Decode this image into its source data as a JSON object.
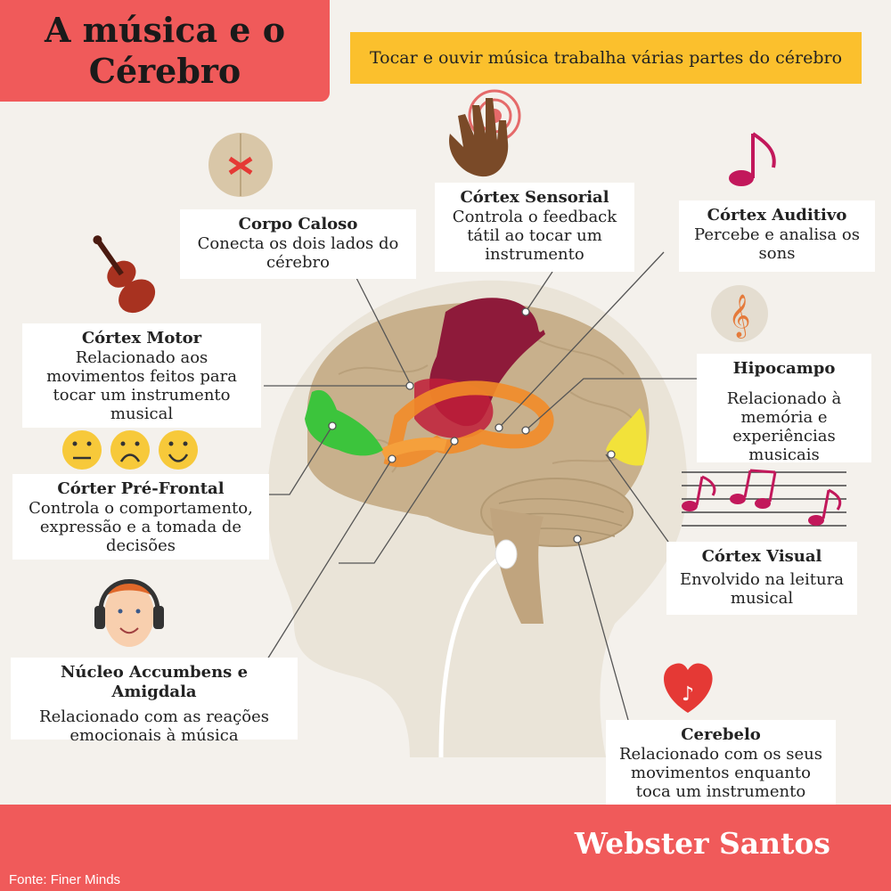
{
  "title_line1": "A música e o",
  "title_line2": "Cérebro",
  "subtitle": "Tocar e ouvir música trabalha várias partes do cérebro",
  "regions": {
    "corpo_caloso": {
      "title": "Corpo Caloso",
      "lines": [
        "Conecta os dois lados do",
        "cérebro"
      ]
    },
    "cortex_sensorial": {
      "title": "Córtex Sensorial",
      "lines": [
        "Controla o feedback",
        "tátil ao tocar um",
        "instrumento"
      ]
    },
    "cortex_auditivo": {
      "title": "Córtex Auditivo",
      "lines": [
        "Percebe e analisa os",
        "sons"
      ]
    },
    "cortex_motor": {
      "title": "Córtex Motor",
      "lines": [
        "Relacionado aos",
        "movimentos feitos para",
        "tocar um instrumento",
        "musical"
      ]
    },
    "hipocampo": {
      "title": "Hipocampo",
      "lines": [
        "Relacionado à",
        "memória e",
        "experiências",
        "musicais"
      ]
    },
    "corter_pre_frontal": {
      "title": "Córter Pré-Frontal",
      "lines": [
        "Controla o comportamento,",
        "expressão e a tomada de",
        "decisões"
      ]
    },
    "cortex_visual": {
      "title": "Córtex Visual",
      "lines": [
        "Envolvido na leitura",
        "musical"
      ]
    },
    "nucleo_accumbens": {
      "title": "Núcleo Accumbens e Amigdala",
      "lines": [
        "Relacionado com as reações",
        "emocionais à música"
      ]
    },
    "cerebelo": {
      "title": "Cerebelo",
      "lines": [
        "Relacionado com os seus",
        "movimentos enquanto",
        "toca um instrumento"
      ]
    }
  },
  "icons": [
    "brain-top-icon",
    "hand-touch-icon",
    "music-note-icon",
    "violin-icon",
    "treble-clef-icon",
    "neutral-face-icon",
    "sad-face-icon",
    "happy-face-icon",
    "music-staff-icon",
    "headphones-person-icon",
    "heart-music-icon"
  ],
  "colors": {
    "title_bg": "#f05a5a",
    "subtitle_bg": "#fbc02d",
    "brain": "#c8b08c",
    "motor": "#b0203a",
    "sensorial": "#8e1a3a",
    "limbic": "#f28c28",
    "prefrontal": "#3cc43c",
    "visual": "#f2e23a"
  },
  "author": "Webster Santos",
  "source": "Fonte: Finer Minds"
}
